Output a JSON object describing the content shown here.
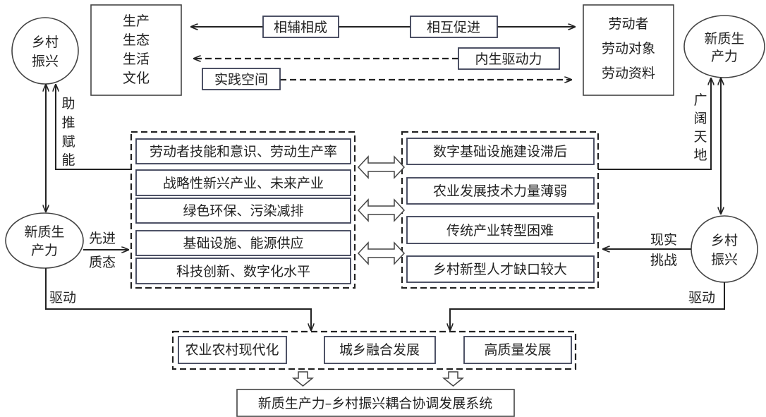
{
  "nodes": {
    "rural_top_left": {
      "line1": "乡村",
      "line2": "振兴"
    },
    "npf_top_right": {
      "line1": "新质生",
      "line2": "产力"
    },
    "npf_left": {
      "line1": "新质生",
      "line2": "产力"
    },
    "rural_right": {
      "line1": "乡村",
      "line2": "振兴"
    }
  },
  "top_left_box": [
    "生产",
    "生态",
    "生活",
    "文化"
  ],
  "top_right_box": [
    "劳动者",
    "劳动对象",
    "劳动资料"
  ],
  "top_links": {
    "mutual_complement": "相辅相成",
    "mutual_promotion": "相互促进",
    "endogenous_drive": "内生驱动力",
    "practice_space": "实践空间"
  },
  "edge_labels": {
    "empower": [
      "助",
      "推",
      "赋",
      "能"
    ],
    "broad_world": [
      "广",
      "阔",
      "天",
      "地"
    ],
    "advanced_quality": [
      "先进",
      "质态"
    ],
    "real_challenge": [
      "现实",
      "挑战"
    ],
    "drive_left": "驱动",
    "drive_right": "驱动"
  },
  "left_group": [
    "劳动者技能和意识、劳动生产率",
    "战略性新兴产业、未来产业",
    "绿色环保、污染减排",
    "基础设施、能源供应",
    "科技创新、数字化水平"
  ],
  "right_group": [
    "数字基础设施建设滞后",
    "农业发展技术力量薄弱",
    "传统产业转型困难",
    "乡村新型人才缺口较大"
  ],
  "bottom_group": [
    "农业农村现代化",
    "城乡融合发展",
    "高质量发展"
  ],
  "final_system": "新质生产力–乡村振兴耦合协调发展系统"
}
